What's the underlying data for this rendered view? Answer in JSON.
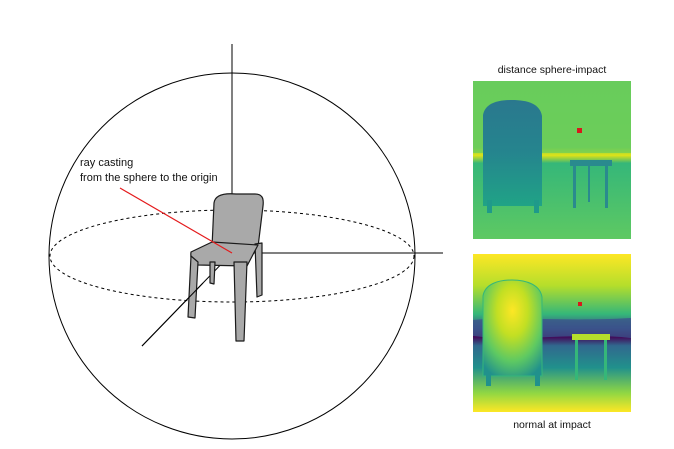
{
  "diagram": {
    "ray_label_line1": "ray casting",
    "ray_label_line2": "from the sphere to the origin",
    "colors": {
      "sphere_outline": "#000000",
      "axis": "#000000",
      "ray": "#e41a1c",
      "chair_fill": "#a9a9a9",
      "chair_stroke": "#1a1a1a",
      "impact_marker": "#d7191c"
    }
  },
  "panels": {
    "distance": {
      "caption": "distance sphere-impact",
      "colormap": "viridis",
      "colors": {
        "background_light": "#5fca61",
        "background_dark": "#31a77e",
        "chair": "#2a8a8e",
        "horizon": "#dfe318"
      }
    },
    "normal": {
      "caption": "normal at impact",
      "colormap": "viridis",
      "colors": {
        "yellow": "#fde725",
        "green": "#5ec962",
        "teal": "#21918c",
        "purple": "#3b528b",
        "dark": "#440154"
      }
    }
  }
}
